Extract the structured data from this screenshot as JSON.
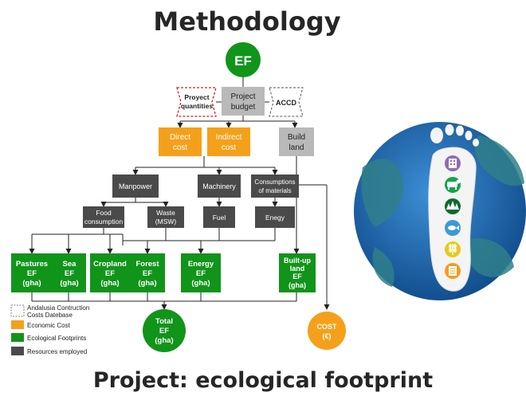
{
  "slide": {
    "title": "Methodology",
    "footer": "Project: ecological footprint"
  },
  "diagram": {
    "top_node": "EF",
    "inputs": {
      "quantities": [
        "Proyect",
        "quantities"
      ],
      "budget": [
        "Project",
        "budget"
      ],
      "accd": "ACCD"
    },
    "costs": {
      "direct": [
        "Direct",
        "cost"
      ],
      "indirect": [
        "Indirect",
        "cost"
      ],
      "build_land": [
        "Build",
        "land"
      ]
    },
    "resources": {
      "manpower": "Manpower",
      "machinery": "Machinery",
      "materials": [
        "Consumptions",
        "of materials"
      ],
      "food": [
        "Food",
        "consumption"
      ],
      "waste": [
        "Waste",
        "(MSW)"
      ],
      "fuel": "Fuel",
      "energy_in": "Enegy"
    },
    "footprints": {
      "pastures": [
        "Pastures",
        "EF",
        "(gha)"
      ],
      "sea": [
        "Sea",
        "EF",
        "(gha)"
      ],
      "cropland": [
        "Cropland",
        "EF",
        "(gha)"
      ],
      "forest": [
        "Forest",
        "EF",
        "(gha)"
      ],
      "energy": [
        "Energy",
        "EF",
        "(gha)"
      ],
      "builtup": [
        "Built-up",
        "land",
        "EF",
        "(gha)"
      ]
    },
    "totals": {
      "total_ef": [
        "Total",
        "EF",
        "(gha)"
      ],
      "cost": [
        "COST",
        "(€)"
      ]
    },
    "legend": {
      "accd": [
        "Andalusia Contruction",
        "Costs Datebase"
      ],
      "economic": "Economic Cost",
      "ecological": "Ecological Footprints",
      "resources": "Resources employed"
    }
  },
  "colors": {
    "green": "#11941a",
    "orange": "#f5a01a",
    "gray_dark": "#4a4a4a",
    "gray_light": "#b9b9b9",
    "red_dash": "#d81f26",
    "globe_ocean": "#1f6fb7",
    "globe_land": "#2f7f8a"
  },
  "foot_icons": [
    "building-icon",
    "cow-icon",
    "trees-icon",
    "fish-icon",
    "wheat-icon",
    "document-icon"
  ]
}
